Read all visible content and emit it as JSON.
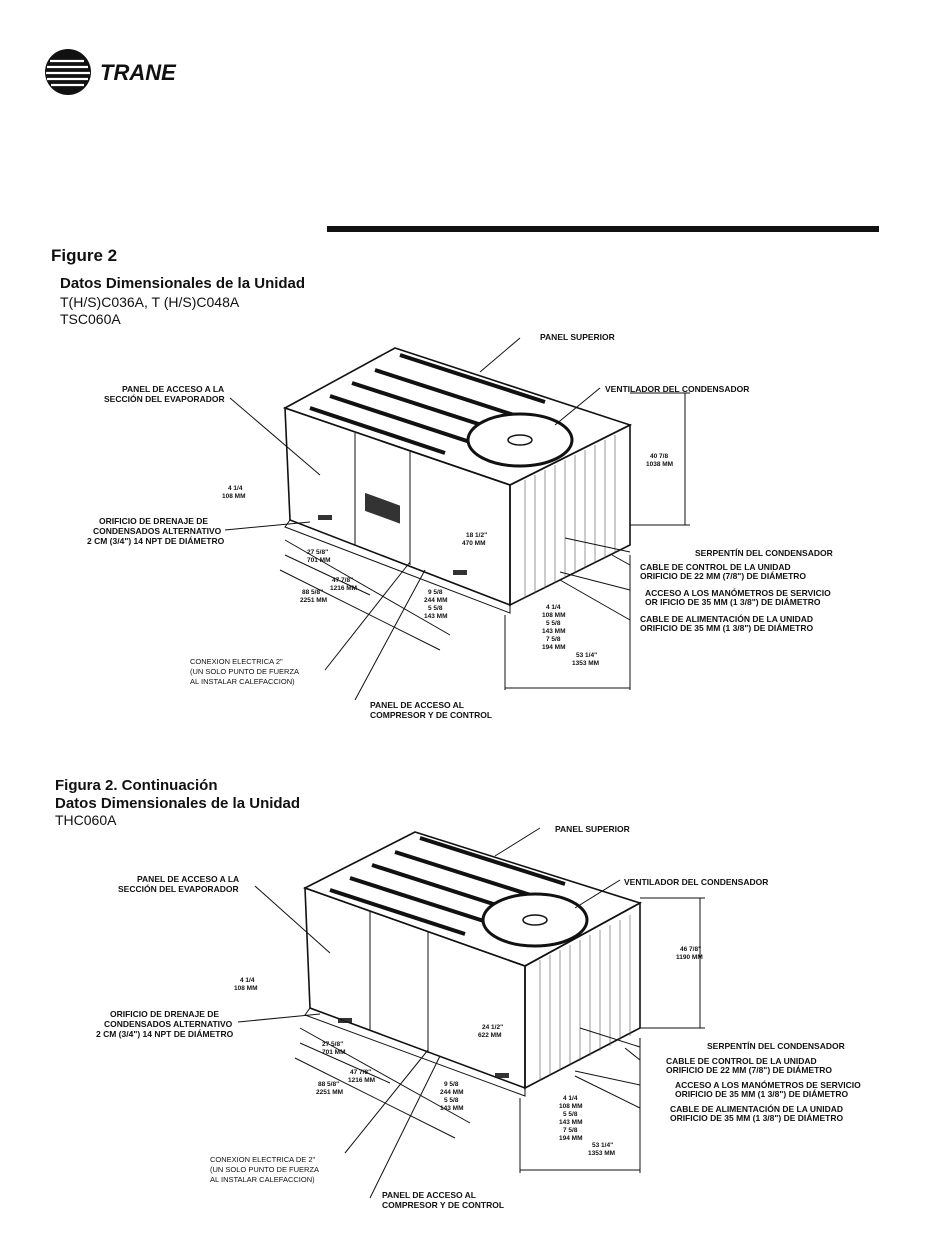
{
  "header": {
    "logo_text": "TRANE",
    "brand_color": "#111111"
  },
  "figure1": {
    "fig_label": "Figure 2",
    "title": "Datos Dimensionales de la Unidad",
    "models_line1": "T(H/S)C036A, T (H/S)C048A",
    "models_line2": "TSC060A",
    "labels": {
      "top_panel": "PANEL SUPERIOR",
      "evap_access_1": "PANEL DE ACCESO A LA",
      "evap_access_2": "SECCIÓN DEL EVAPORADOR",
      "condenser_fan": "VENTILADOR DEL CONDENSADOR",
      "drain_1": "ORIFICIO DE DRENAJE DE",
      "drain_2": "CONDENSADOS ALTERNATIVO",
      "drain_3": "2 CM (3/4\") 14 NPT DE DIÁMETRO",
      "condenser_coil": "SERPENTÍN DEL CONDENSADOR",
      "control_wire_1": "CABLE DE CONTROL DE LA UNIDAD",
      "control_wire_2": "ORIFICIO DE 22 MM (7/8\") DE DIÁMETRO",
      "gauge_access_1": "ACCESO A LOS MANÓMETROS DE SERVICIO",
      "gauge_access_2": "OR   IFICIO DE 35 MM (1 3/8\") DE DIÁMETRO",
      "power_wire_1": "CABLE DE ALIMENTACIÓN DE LA UNIDAD",
      "power_wire_2": "ORIFICIO DE 35 MM (1 3/8\") DE DIÁMETRO",
      "elec_conn_1": "CONEXION ELECTRICA 2\"",
      "elec_conn_2": "(UN SOLO PUNTO DE FUERZA",
      "elec_conn_3": "AL INSTALAR CALEFACCION)",
      "comp_access_1": "PANEL DE ACCESO AL",
      "comp_access_2": "COMPRESOR Y DE CONTROL"
    },
    "dims": {
      "height_in": "40 7/8",
      "height_mm": "1038 MM",
      "d4_in": "4 1/4",
      "d4_mm": "108 MM",
      "d27_in": "27 5/8\"",
      "d27_mm": "701 MM",
      "d47_in": "47 7/8\"",
      "d47_mm": "1216 MM",
      "d88_in": "88 5/8\"",
      "d88_mm": "2251 MM",
      "d18_in": "18 1/2\"",
      "d18_mm": "470 MM",
      "d9_in": "9 5/8",
      "d9_mm": "244 MM",
      "d5a_in": "5 5/8",
      "d5a_mm": "143 MM",
      "d4b_in": "4 1/4",
      "d4b_mm": "108 MM",
      "d5b_in": "5 5/8",
      "d5b_mm": "143 MM",
      "d7_in": "7 5/8",
      "d7_mm": "194 MM",
      "d53_in": "53 1/4\"",
      "d53_mm": "1353 MM"
    }
  },
  "figure2": {
    "fig_label": "Figura 2.  Continuación",
    "title": "Datos Dimensionales de la Unidad",
    "models_line1": "THC060A",
    "labels": {
      "top_panel": "PANEL SUPERIOR",
      "evap_access_1": "PANEL DE ACCESO A LA",
      "evap_access_2": "SECCIÓN DEL EVAPORADOR",
      "condenser_fan": "VENTILADOR DEL CONDENSADOR",
      "drain_1": "ORIFICIO DE DRENAJE DE",
      "drain_2": "CONDENSADOS ALTERNATIVO",
      "drain_3": "2 CM (3/4\") 14 NPT DE DIÁMETRO",
      "condenser_coil": "SERPENTÍN DEL CONDENSADOR",
      "control_wire_1": "CABLE DE CONTROL DE LA UNIDAD",
      "control_wire_2": "ORIFICIO DE 22 MM (7/8\") DE DIÁMETRO",
      "gauge_access_1": "ACCESO A LOS MANÓMETROS DE SERVICIO",
      "gauge_access_2": "ORIFICIO DE 35 MM (1 3/8\") DE DIÁMETRO",
      "power_wire_1": "CABLE DE ALIMENTACIÓN DE LA UNIDAD",
      "power_wire_2": "ORIFICIO DE 35 MM (1 3/8\") DE DIÁMETRO",
      "elec_conn_1": "CONEXION ELECTRICA DE 2\"",
      "elec_conn_2": "(UN SOLO PUNTO DE FUERZA",
      "elec_conn_3": "AL INSTALAR CALEFACCION)",
      "comp_access_1": "PANEL DE ACCESO AL",
      "comp_access_2": "COMPRESOR Y DE CONTROL"
    },
    "dims": {
      "height_in": "46 7/8\"",
      "height_mm": "1190 MM",
      "d4_in": "4 1/4",
      "d4_mm": "108 MM",
      "d27_in": "27 5/8\"",
      "d27_mm": "701 MM",
      "d47_in": "47 7/8\"",
      "d47_mm": "1216 MM",
      "d88_in": "88 5/8\"",
      "d88_mm": "2251 MM",
      "d18_in": "24 1/2\"",
      "d18_mm": "622 MM",
      "d9_in": "9 5/8",
      "d9_mm": "244 MM",
      "d5a_in": "5 5/8",
      "d5a_mm": "143 MM",
      "d4b_in": "4 1/4",
      "d4b_mm": "108 MM",
      "d5b_in": "5 5/8",
      "d5b_mm": "143 MM",
      "d7_in": "7 5/8",
      "d7_mm": "194 MM",
      "d53_in": "53 1/4\"",
      "d53_mm": "1353 MM"
    }
  }
}
